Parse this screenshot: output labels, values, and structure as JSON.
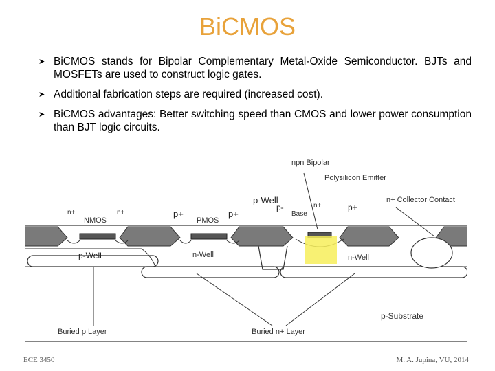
{
  "title": "BiCMOS",
  "bullets": [
    "BiCMOS stands for Bipolar Complementary Metal-Oxide Semiconductor. BJTs and MOSFETs are used to construct logic gates.",
    "Additional fabrication steps are required (increased cost).",
    "BiCMOS advantages: Better switching speed than CMOS and lower power consumption than BJT logic circuits."
  ],
  "diagram": {
    "labels": {
      "npn_bipolar": "npn Bipolar",
      "polysilicon_emitter": "Polysilicon Emitter",
      "p_well_top": "p-Well",
      "n_plus_collector": "n+ Collector Contact",
      "nmos": "NMOS",
      "pmos": "PMOS",
      "base": "Base",
      "n_plus_1": "n+",
      "n_plus_2": "n+",
      "n_plus_3": "n+",
      "p_plus_1": "p+",
      "p_plus_2": "p+",
      "p_minus": "p-",
      "p_plus_3": "p+",
      "p_well_bottom": "p-Well",
      "n_well_1": "n-Well",
      "n_well_2": "n-Well",
      "p_substrate": "p-Substrate",
      "buried_p_layer": "Buried p Layer",
      "buried_n_layer": "Buried n+ Layer"
    }
  },
  "footer": {
    "left": "ECE 3450",
    "right": "M. A. Jupina, VU, 2014"
  },
  "colors": {
    "title": "#E8A23A",
    "oxide": "#7a7a7a",
    "highlight": "#F7EE5A"
  }
}
